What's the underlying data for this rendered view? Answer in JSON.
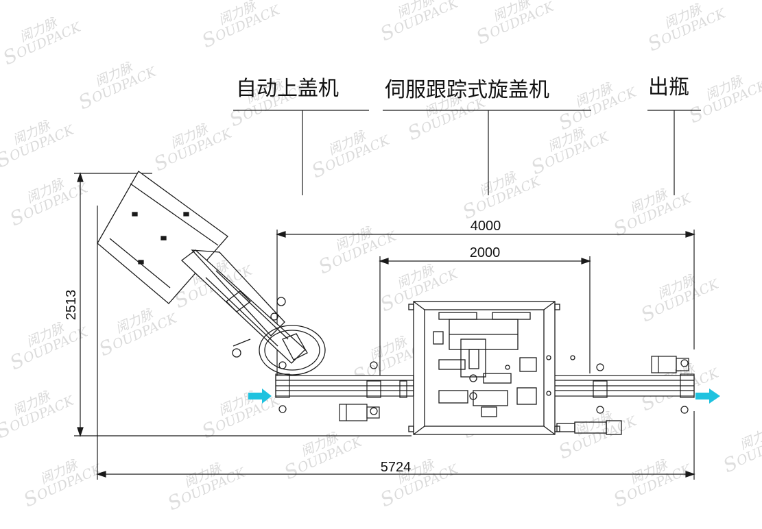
{
  "labels": {
    "capper_feeder": "自动上盖机",
    "servo_capper": "伺服跟踪式旋盖机",
    "bottle_out": "出瓶"
  },
  "dimensions": {
    "overall_width": "5724",
    "overall_height": "2513",
    "conveyor_length": "4000",
    "capping_zone": "2000"
  },
  "watermark": {
    "text": "OUDPACK",
    "logo_letter": "S",
    "brand_mark": "阅力脉"
  },
  "colors": {
    "line": "#1a1a1a",
    "arrow": "#1fc2df",
    "watermark": "#c4c4c4"
  },
  "icons": {
    "flow_in": "arrow-right-icon",
    "flow_out": "arrow-right-icon"
  }
}
